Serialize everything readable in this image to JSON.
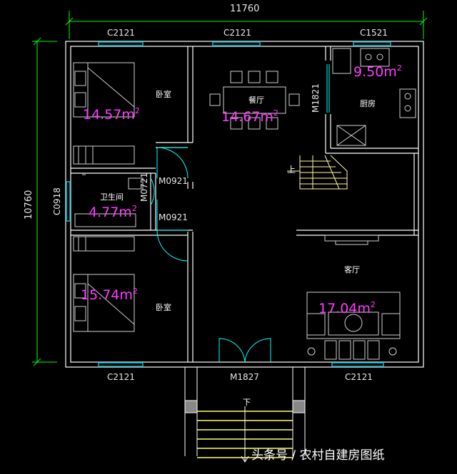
{
  "dimensions": {
    "overall_width": "11760",
    "overall_depth": "10760"
  },
  "windows": {
    "top_left": "C2121",
    "top_middle": "C2121",
    "top_right": "C1521",
    "bottom_left": "C2121",
    "bottom_right": "C2121",
    "left_side": "C0918"
  },
  "doors": {
    "kitchen": "M1821",
    "bedroom_upper": "M0921",
    "bedroom_lower": "M0921",
    "bathroom": "M0721",
    "entrance": "M1827"
  },
  "rooms": {
    "bedroom_upper": {
      "name": "卧室",
      "area": "14.57m",
      "sup": "2"
    },
    "dining": {
      "name": "餐厅",
      "area": "14.67m",
      "sup": "2"
    },
    "kitchen": {
      "name": "厨房",
      "area": "9.50m",
      "sup": "2"
    },
    "bathroom": {
      "name": "卫生间",
      "area": "4.77m",
      "sup": "2"
    },
    "bedroom_lower": {
      "name": "卧室",
      "area": "15.74m",
      "sup": "2"
    },
    "living": {
      "name": "客厅",
      "area": "17.04m",
      "sup": "2"
    }
  },
  "stairs": {
    "up_label": "上",
    "down_label": "下"
  },
  "watermark": "头条号 / 农村自建房图纸",
  "colors": {
    "wall": "#ffffff",
    "dimension": "#00ff00",
    "window": "#00bcd4",
    "door": "#00ffff",
    "area": "#ff3cff",
    "stair": "#ffff99",
    "furniture": "#cfcfcf"
  }
}
